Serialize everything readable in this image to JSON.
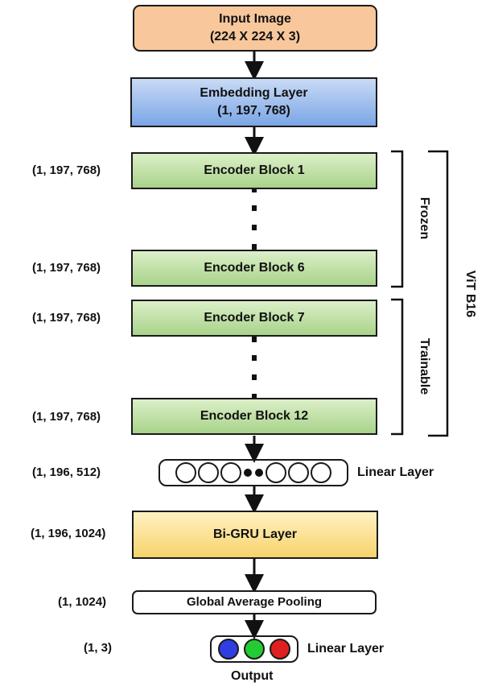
{
  "input": {
    "title": "Input Image",
    "shape": "(224 X 224 X 3)"
  },
  "embedding": {
    "title": "Embedding Layer",
    "shape": "(1, 197, 768)"
  },
  "encoders": [
    {
      "label": "Encoder Block 1",
      "shape": "(1, 197, 768)"
    },
    {
      "label": "Encoder Block 6",
      "shape": "(1, 197, 768)"
    },
    {
      "label": "Encoder Block 7",
      "shape": "(1, 197, 768)"
    },
    {
      "label": "Encoder Block 12",
      "shape": "(1, 197, 768)"
    }
  ],
  "linear1": {
    "label": "Linear Layer",
    "shape": "(1, 196, 512)"
  },
  "gru": {
    "label": "Bi-GRU Layer",
    "shape": "(1, 196, 1024)"
  },
  "gap": {
    "label": "Global Average Pooling",
    "shape": "(1, 1024)"
  },
  "linear2": {
    "label": "Linear Layer",
    "shape": "(1, 3)",
    "neuron_colors": [
      "#2f3ee0",
      "#22cc33",
      "#e02020"
    ]
  },
  "output": {
    "label": "Output"
  },
  "groups": {
    "frozen": "Frozen",
    "trainable": "Trainable",
    "model": "ViT B16"
  }
}
